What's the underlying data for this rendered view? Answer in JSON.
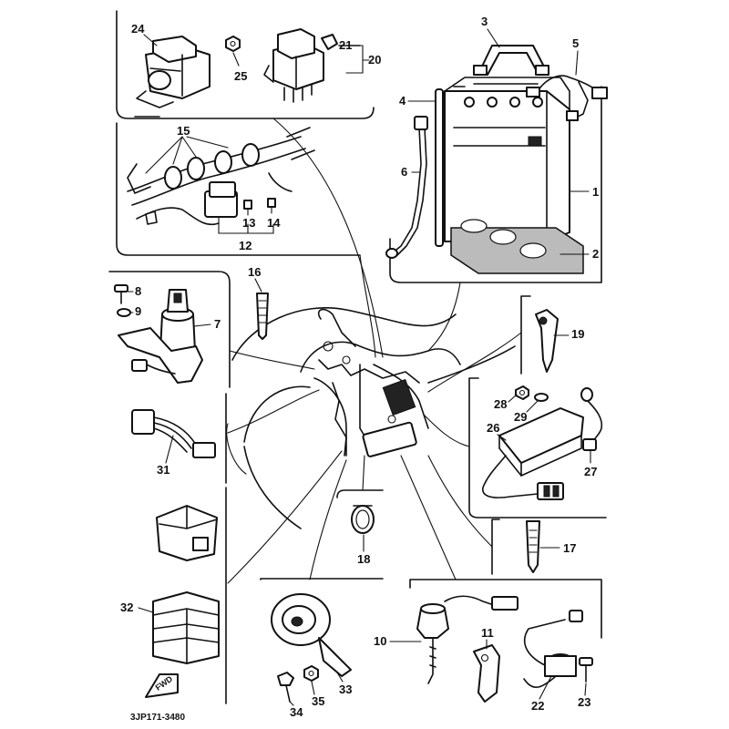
{
  "diagram": {
    "code": "3JP171-3480",
    "fwd_label": "FWD",
    "parts": {
      "p1": "1",
      "p2": "2",
      "p3": "3",
      "p4": "4",
      "p5": "5",
      "p6": "6",
      "p7": "7",
      "p8": "8",
      "p9": "9",
      "p10": "10",
      "p11": "11",
      "p12": "12",
      "p13": "13",
      "p14": "14",
      "p15": "15",
      "p16": "16",
      "p17": "17",
      "p18": "18",
      "p19": "19",
      "p20": "20",
      "p21": "21",
      "p22": "22",
      "p23": "23",
      "p24": "24",
      "p25": "25",
      "p26": "26",
      "p27": "27",
      "p28": "28",
      "p29": "29",
      "p31": "31",
      "p32": "32",
      "p33": "33",
      "p34": "34",
      "p35": "35"
    }
  }
}
